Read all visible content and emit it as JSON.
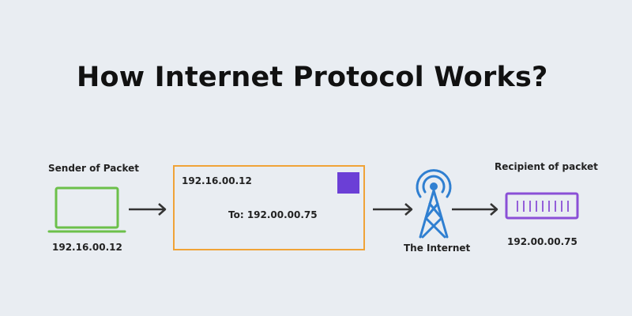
{
  "diagram": {
    "title": "How Internet Protocol Works?",
    "sender": {
      "label": "Sender of Packet",
      "ip": "192.16.00.12"
    },
    "packet": {
      "from_ip": "192.16.00.12",
      "to_text": "To: 192.00.00.75"
    },
    "internet": {
      "label": "The Internet"
    },
    "recipient": {
      "label": "Recipient of packet",
      "ip": "192.00.00.75"
    },
    "colors": {
      "background": "#e9edf2",
      "laptop": "#6cc04a",
      "envelope_border": "#f0a338",
      "stamp": "#6b3fd6",
      "tower": "#2f7fd1",
      "server": "#8a4fd6",
      "arrow": "#333333"
    },
    "icons": [
      "laptop-icon",
      "envelope-icon",
      "stamp-icon",
      "postmark-waves-icon",
      "radio-tower-icon",
      "server-icon",
      "arrow-right-icon"
    ]
  }
}
